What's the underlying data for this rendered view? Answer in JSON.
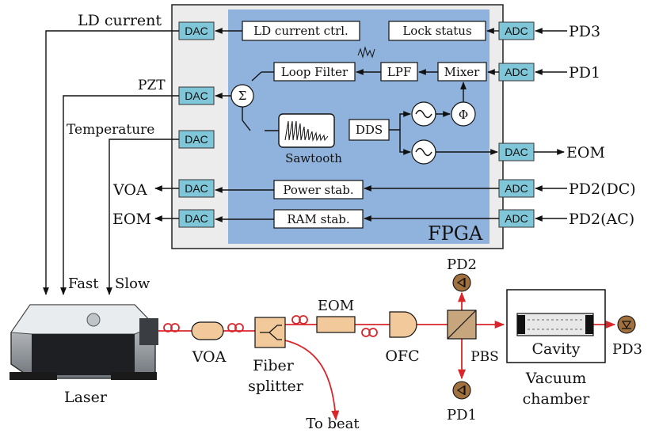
{
  "fpga": {
    "title": "FPGA",
    "dac": "DAC",
    "adc": "ADC",
    "ld_current_ctrl": "LD current ctrl.",
    "lock_status": "Lock status",
    "loop_filter": "Loop Filter",
    "lpf": "LPF",
    "mixer": "Mixer",
    "sum": "Σ",
    "sawtooth": "Sawtooth",
    "dds": "DDS",
    "phase": "Φ",
    "power_stab": "Power stab.",
    "ram_stab": "RAM stab."
  },
  "signals": {
    "ld_current": "LD current",
    "pzt": "PZT",
    "temperature": "Temperature",
    "voa_out": "VOA",
    "eom_out": "EOM",
    "pd3": "PD3",
    "pd1": "PD1",
    "eom_right": "EOM",
    "pd2_dc": "PD2(DC)",
    "pd2_ac": "PD2(AC)"
  },
  "optics": {
    "fast": "Fast",
    "slow": "Slow",
    "laser": "Laser",
    "voa": "VOA",
    "fiber_splitter_1": "Fiber",
    "fiber_splitter_2": "splitter",
    "to_beat": "To beat",
    "eom": "EOM",
    "ofc": "OFC",
    "pbs": "PBS",
    "pd2": "PD2",
    "pd1": "PD1",
    "cavity": "Cavity",
    "pd3": "PD3",
    "vacuum_1": "Vacuum",
    "vacuum_2": "chamber"
  },
  "colors": {
    "fpga_panel": "#ececec",
    "fpga_core": "#8fb3dc",
    "converter": "#7fc6d8",
    "beam": "#d9262b"
  }
}
